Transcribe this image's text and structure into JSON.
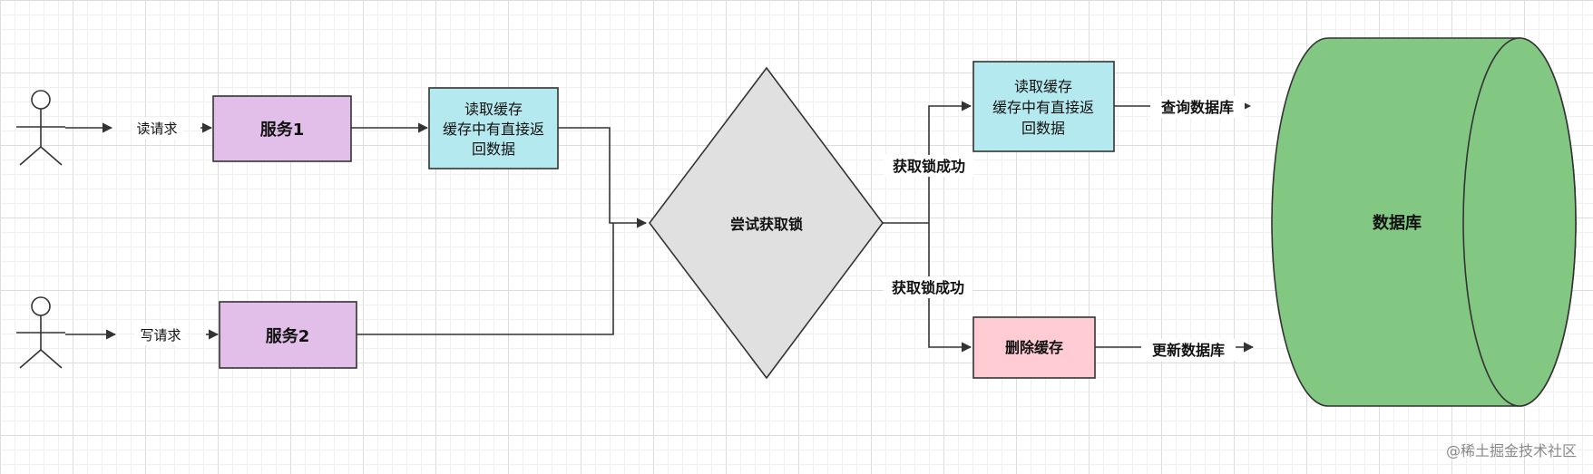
{
  "actors": {
    "read_request": "读请求",
    "write_request": "写请求"
  },
  "nodes": {
    "service1": "服务1",
    "service2": "服务2",
    "read_cache_left": [
      "读取缓存",
      "缓存中有直接返",
      "回数据"
    ],
    "try_lock": "尝试获取锁",
    "read_cache_right": [
      "读取缓存",
      "缓存中有直接返",
      "回数据"
    ],
    "delete_cache": "删除缓存",
    "database": "数据库"
  },
  "edges": {
    "lock_success_top": "获取锁成功",
    "lock_success_bottom": "获取锁成功",
    "query_db": "查询数据库",
    "update_db": "更新数据库"
  },
  "watermark": "@稀土掘金技术社区",
  "colors": {
    "service_fill": "#e1bfe9",
    "cache_fill": "#b4e9ef",
    "decision_fill": "#e0e0e0",
    "delete_fill": "#ffccd4",
    "database_fill": "#82c882",
    "stroke": "#333333"
  }
}
